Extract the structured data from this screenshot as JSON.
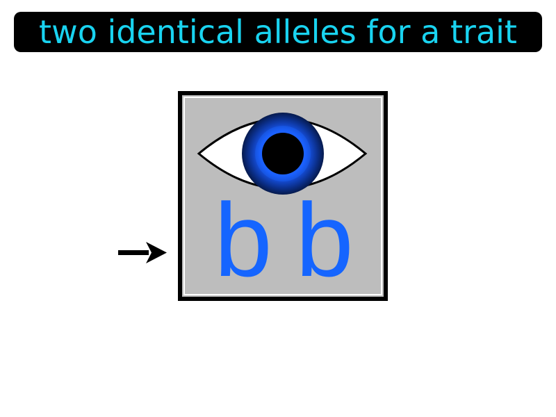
{
  "title": "two identical alleles for a trait",
  "figure": {
    "alleles": [
      "b",
      "b"
    ],
    "eye_icon": "eye-icon",
    "arrow_icon": "arrow-right-icon"
  },
  "colors": {
    "title_text": "#19d3f0",
    "title_background": "#000000",
    "allele_letter": "#1565ff",
    "box_fill": "#bdbdbd",
    "box_border": "#000000",
    "iris": "#1a5cff",
    "pupil": "#000000"
  }
}
